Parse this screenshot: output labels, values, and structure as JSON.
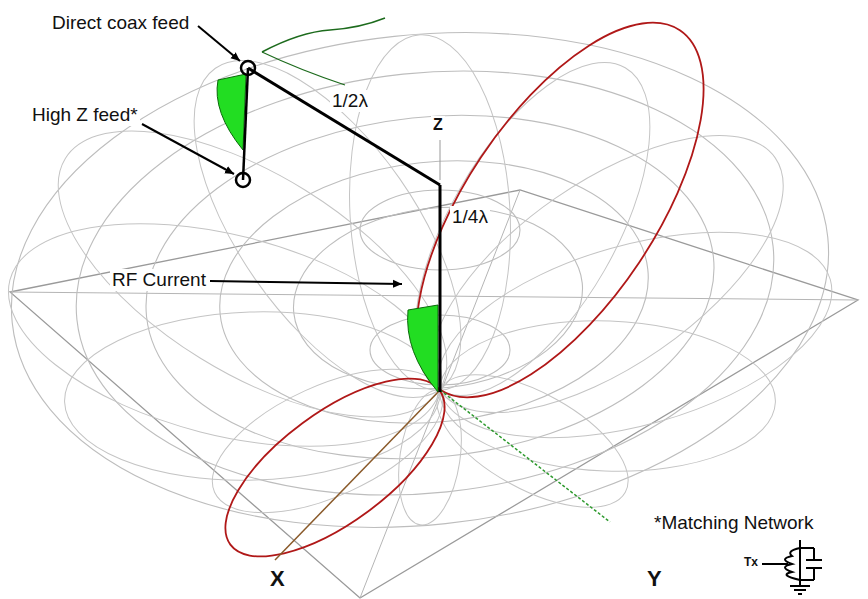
{
  "diagram": {
    "labels": [
      "Direct coax feed",
      "High Z feed*",
      "1/2λ",
      "1/4λ",
      "RF Current",
      "Z",
      "X",
      "Y",
      "*Matching Network",
      "Tx"
    ]
  }
}
